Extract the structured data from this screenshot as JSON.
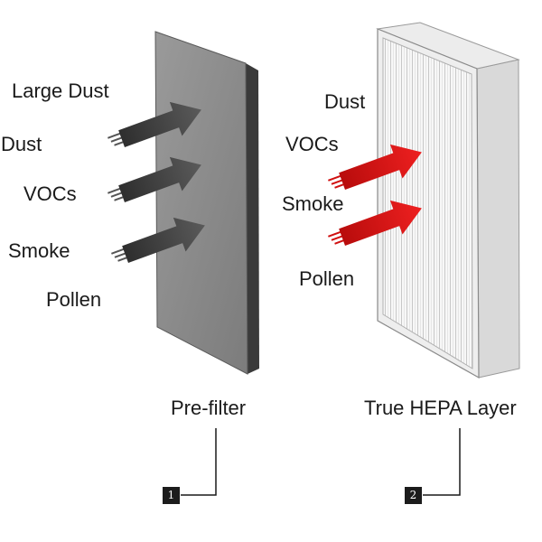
{
  "colors": {
    "prefilter_face": "#8a8a8a",
    "prefilter_edge": "#3a3a3a",
    "prefilter_arrow": "#4a4a4a",
    "hepa_arrow": "#e01818",
    "hepa_frame": "#eeeeee"
  },
  "prefilter": {
    "labels": [
      "Large Dust",
      "Dust",
      "VOCs",
      "Smoke",
      "Pollen"
    ],
    "caption": "Pre-filter",
    "number": "1"
  },
  "hepa": {
    "labels": [
      "Dust",
      "VOCs",
      "Smoke",
      "Pollen"
    ],
    "caption": "True HEPA Layer",
    "number": "2"
  }
}
